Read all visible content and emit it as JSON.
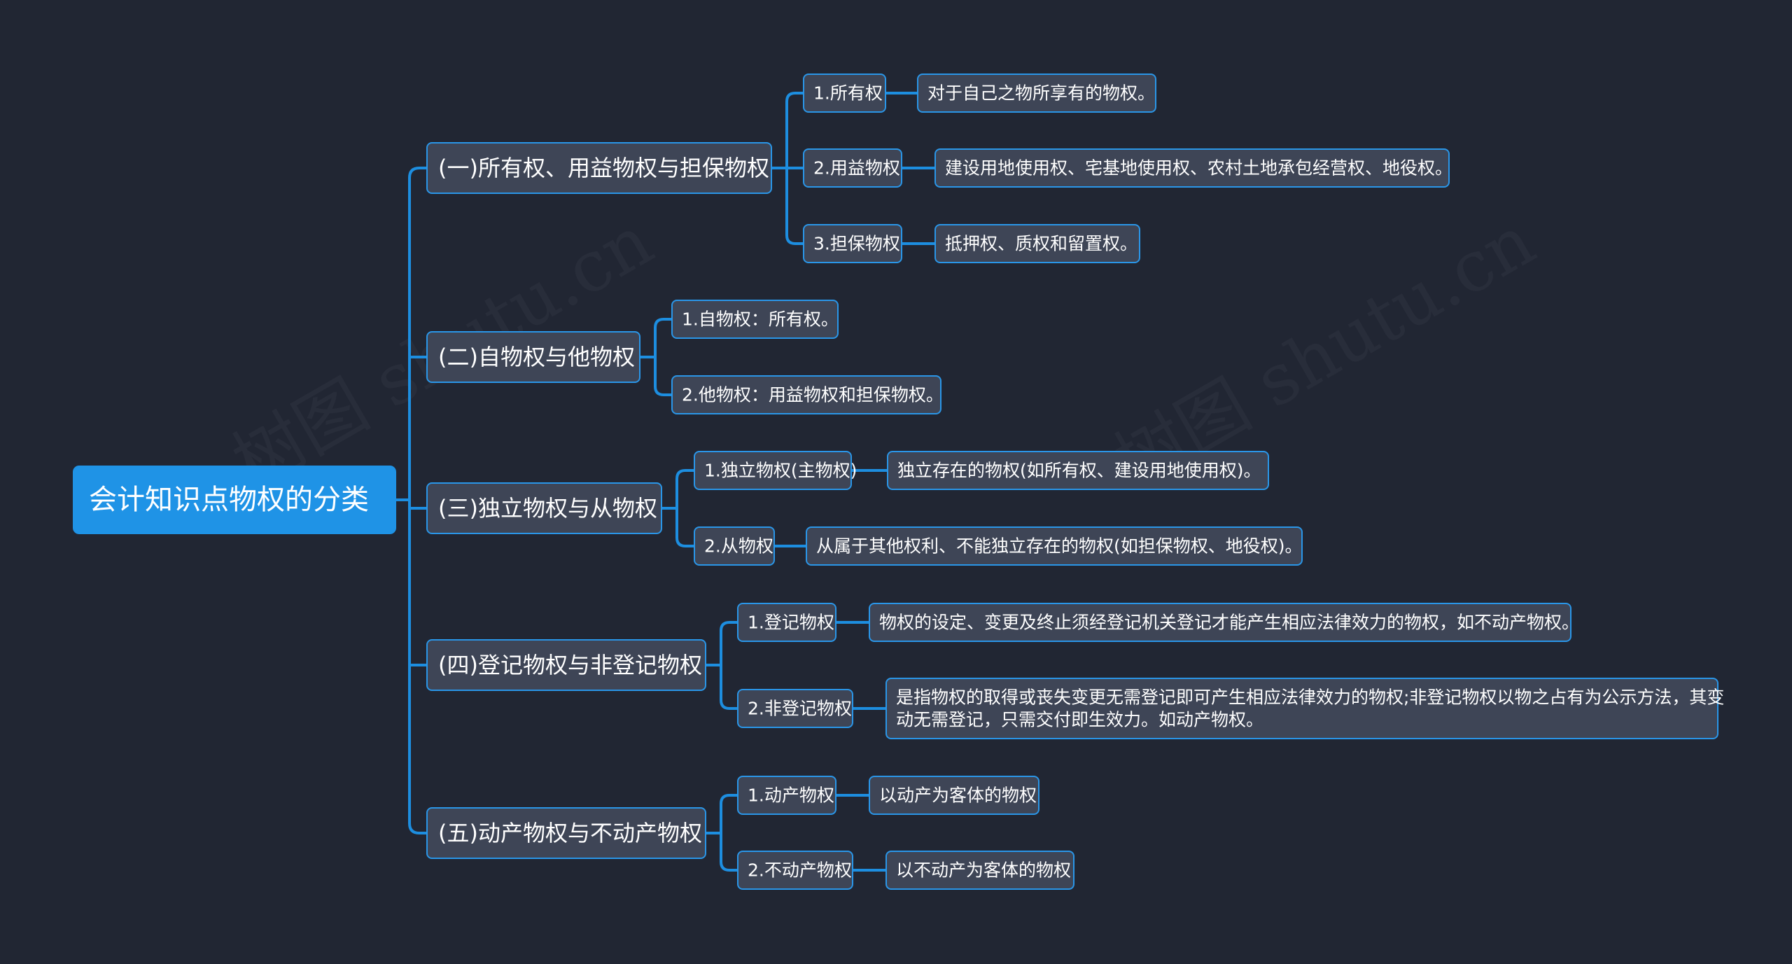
{
  "root": {
    "label": "会计知识点物权的分类"
  },
  "branches": [
    {
      "label": "(一)所有权、用益物权与担保物权",
      "children": [
        {
          "label": "1.所有权",
          "detail": [
            "对于自己之物所享有的物权。"
          ]
        },
        {
          "label": "2.用益物权",
          "detail": [
            "建设用地使用权、宅基地使用权、农村土地承包经营权、地役权。"
          ]
        },
        {
          "label": "3.担保物权",
          "detail": [
            "抵押权、质权和留置权。"
          ]
        }
      ]
    },
    {
      "label": "(二)自物权与他物权",
      "children": [
        {
          "label": "1.自物权：所有权。"
        },
        {
          "label": "2.他物权：用益物权和担保物权。"
        }
      ]
    },
    {
      "label": "(三)独立物权与从物权",
      "children": [
        {
          "label": "1.独立物权(主物权)",
          "detail": [
            "独立存在的物权(如所有权、建设用地使用权)。"
          ]
        },
        {
          "label": "2.从物权",
          "detail": [
            "从属于其他权利、不能独立存在的物权(如担保物权、地役权)。"
          ]
        }
      ]
    },
    {
      "label": "(四)登记物权与非登记物权",
      "children": [
        {
          "label": "1.登记物权",
          "detail": [
            "物权的设定、变更及终止须经登记机关登记才能产生相应法律效力的物权，如不动产物权。"
          ]
        },
        {
          "label": "2.非登记物权",
          "detail": [
            "是指物权的取得或丧失变更无需登记即可产生相应法律效力的物权;非登记物权以物之占有为公示方法，其变",
            "动无需登记，只需交付即生效力。如动产物权。"
          ]
        }
      ]
    },
    {
      "label": "(五)动产物权与不动产物权",
      "children": [
        {
          "label": "1.动产物权",
          "detail": [
            "以动产为客体的物权"
          ]
        },
        {
          "label": "2.不动产物权",
          "detail": [
            "以不动产为客体的物权"
          ]
        }
      ]
    }
  ],
  "watermark": "树图 shutu.cn",
  "colors": {
    "background": "#212633",
    "root_fill": "#1f93e6",
    "node_fill": "#3e4556",
    "node_border": "#2a96e8",
    "edge": "#1d8ee0",
    "text": "#ffffff"
  }
}
